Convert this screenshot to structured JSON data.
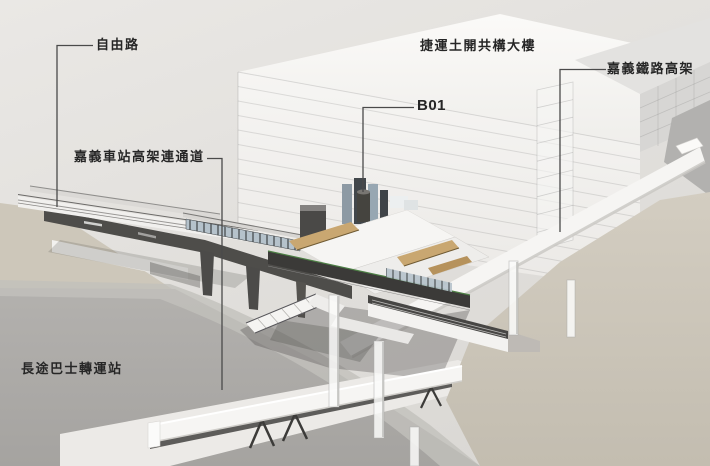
{
  "scene": {
    "annotations": [
      {
        "id": "freedom-road",
        "text": "自由路"
      },
      {
        "id": "joint-development-building",
        "text": "捷運土開共構大樓"
      },
      {
        "id": "railway-viaduct",
        "text": "嘉義鐵路高架"
      },
      {
        "id": "b01-entrance",
        "text": "B01"
      },
      {
        "id": "station-elevated-walkway",
        "text": "嘉義車站高架連通道"
      },
      {
        "id": "bus-terminal",
        "text": "長途巴士轉運站"
      }
    ],
    "palette": {
      "bg_top": "#eae8e5",
      "bg_bottom": "#d8d6d2",
      "building_face": "#f3f2f0",
      "building_top": "#f8f7f5",
      "ground_plaza": "#adabaa",
      "ground_beige": "#cdc7ba",
      "road_dark": "#4e4d4a",
      "deck_white": "#f6f5f3",
      "canopy_tan": "#c9a771",
      "glass_blue": "#b5c2cb",
      "accent_green": "#4d7f45",
      "pier_dark": "#4c4b49",
      "leader_line": "#4a4a4a",
      "label_text": "#262626"
    }
  }
}
